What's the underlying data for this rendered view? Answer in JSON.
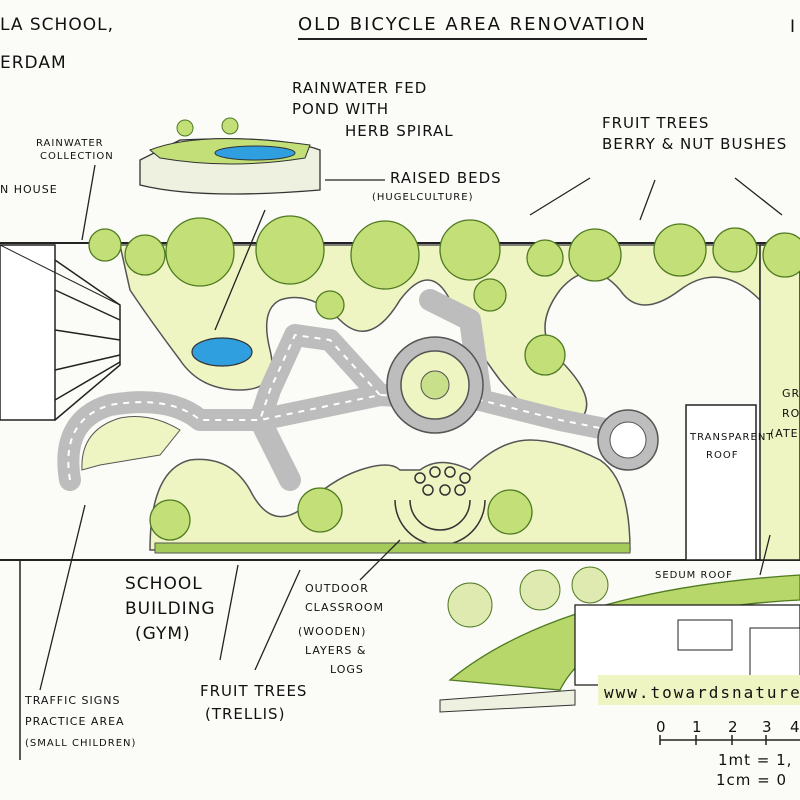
{
  "header": {
    "school_line1": "la School,",
    "school_line2": "erdam",
    "title": "Old Bicycle Area Renovation",
    "corner_mark": "I"
  },
  "labels": {
    "pond": [
      "Rainwater Fed",
      "Pond with",
      "Herb Spiral"
    ],
    "rainwater": [
      "Rainwater",
      "Collection"
    ],
    "house": "n House",
    "raised_beds": [
      "Raised Beds",
      "(Hugelculture)"
    ],
    "fruit_trees_top": [
      "Fruit Trees",
      "Berry & Nut Bushes"
    ],
    "transparent_roof": [
      "Transparent",
      "Roof"
    ],
    "green_room": [
      "Gr",
      "Ro",
      "(ate"
    ],
    "school_building": [
      "School",
      "Building",
      "(Gym)"
    ],
    "outdoor_classroom": [
      "Outdoor",
      "Classroom",
      "(Wooden)",
      "Layers &",
      "Logs"
    ],
    "sedum_roof": "Sedum Roof",
    "traffic_signs": [
      "Traffic Signs",
      "Practice Area",
      "(Small Children)"
    ],
    "fruit_trees_bottom": [
      "Fruit Trees",
      "(Trellis)"
    ],
    "website": "www.towardsnature."
  },
  "scale": {
    "ticks": [
      "0",
      "1",
      "2",
      "3",
      "4"
    ],
    "line1": "1mt = 1,",
    "line2": "1cm = 0"
  },
  "colors": {
    "green_light": "#e6f0a8",
    "green_mid": "#b9d96a",
    "green_dark": "#7fae3e",
    "pond_blue": "#2f9fe0",
    "road_gray": "#c7c7c7"
  }
}
